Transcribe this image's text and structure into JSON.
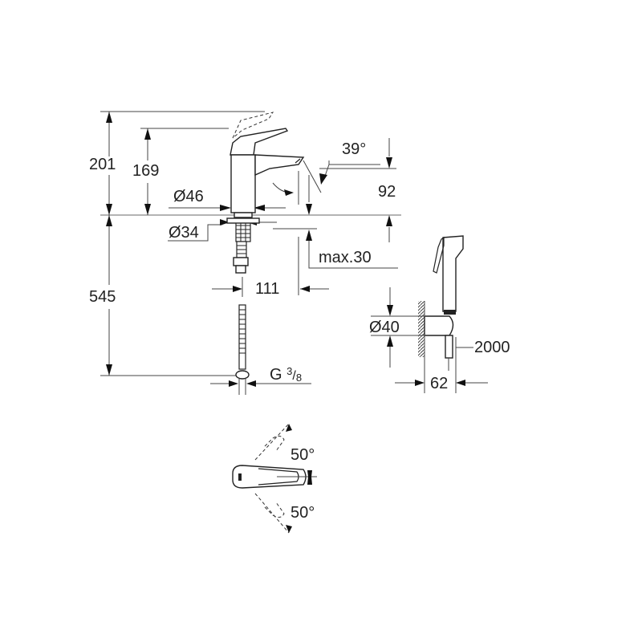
{
  "drawing": {
    "title": "Basin mixer with hand shower dimensional drawing",
    "units": "mm"
  },
  "dimensions": {
    "total_height": "201",
    "spout_height": "169",
    "base_diameter": "Ø46",
    "hole_diameter": "Ø34",
    "spout_angle": "39°",
    "spout_clearance": "92",
    "deck_thickness": "max.30",
    "projection": "111",
    "hose_length": "545",
    "connection_thread_prefix": "G",
    "connection_thread_num": "3",
    "connection_thread_den": "8",
    "shower_holder_diameter": "Ø40",
    "shower_hose_length": "2000",
    "shower_holder_projection": "62",
    "lever_angle_top": "50°",
    "lever_angle_bottom": "50°"
  },
  "colors": {
    "line": "#222222",
    "background": "#ffffff",
    "deck_line": "#888888"
  }
}
